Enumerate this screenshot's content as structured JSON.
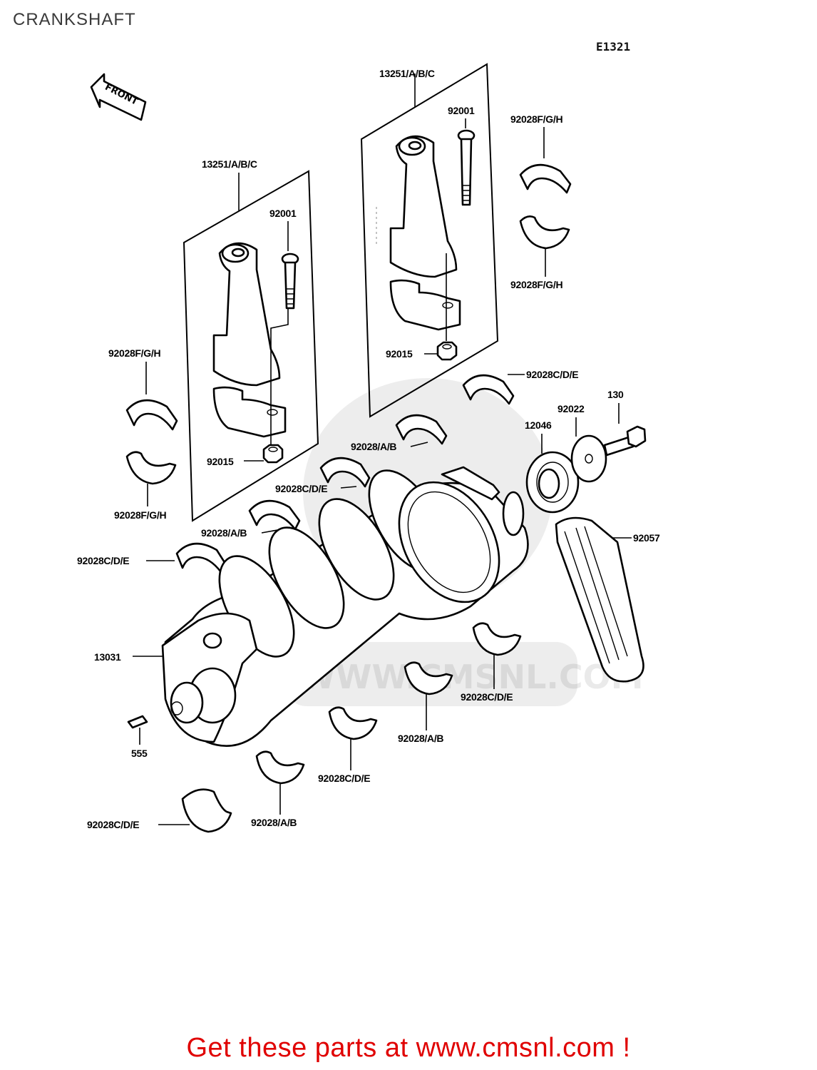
{
  "page": {
    "title": "CRANKSHAFT",
    "diagram_code": "E1321",
    "call_to_action": "Get these parts at www.cmsnl.com !",
    "front_arrow_label": "FRONT",
    "watermark_text": "WWW.CMSNL.COM"
  },
  "callouts": {
    "conrod_set_left": "13251/A/B/C",
    "conrod_set_right": "13251/A/B/C",
    "bolt_left": "92001",
    "bolt_right": "92001",
    "nut_left": "92015",
    "nut_right": "92015",
    "bearing_fgh_1": "92028F/G/H",
    "bearing_fgh_2": "92028F/G/H",
    "bearing_fgh_3": "92028F/G/H",
    "bearing_fgh_4": "92028F/G/H",
    "bearing_cde_1": "92028C/D/E",
    "bearing_cde_2": "92028C/D/E",
    "bearing_cde_3": "92028C/D/E",
    "bearing_cde_4": "92028C/D/E",
    "bearing_cde_5": "92028C/D/E",
    "bearing_cde_6": "92028C/D/E",
    "bearing_ab_1": "92028/A/B",
    "bearing_ab_2": "92028/A/B",
    "bearing_ab_3": "92028/A/B",
    "bearing_ab_4": "92028/A/B",
    "bolt_130": "130",
    "washer": "92022",
    "sprocket": "12046",
    "chain": "92057",
    "crankshaft": "13031",
    "pin": "555"
  }
}
